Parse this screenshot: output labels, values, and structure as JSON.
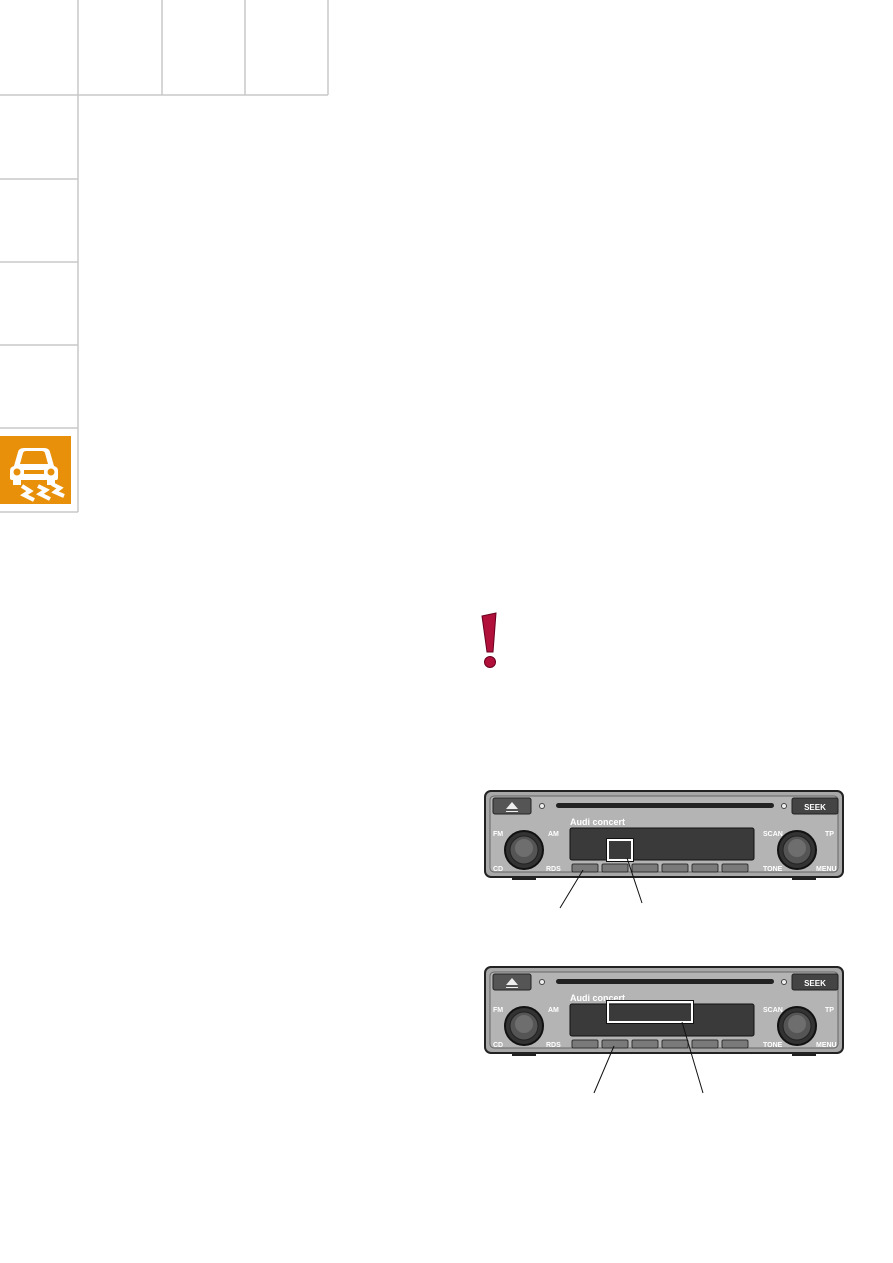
{
  "colors": {
    "tab_orange": "#e8900a",
    "warning_red": "#b0103a",
    "radio_body": "#9a9a9a",
    "radio_dark": "#2a2a2a"
  },
  "icons": {
    "section_tab": "car-skidding-icon",
    "warning": "exclamation-warning-icon"
  },
  "radio_unit": {
    "brand": "Audi concert",
    "button_fm": "FM",
    "button_am": "AM",
    "button_cd": "CD",
    "button_rds": "RDS",
    "button_scan": "SCAN",
    "button_tp": "TP",
    "button_tone": "TONE",
    "button_menu": "MENU",
    "button_seek": "SEEK"
  }
}
